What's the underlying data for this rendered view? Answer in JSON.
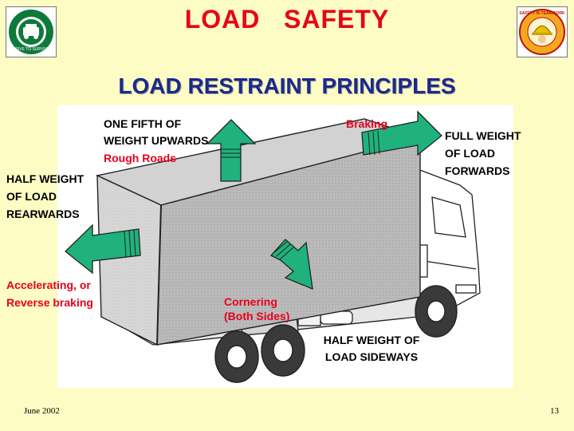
{
  "header": {
    "title": "LOAD   SAFETY",
    "subtitle": "LOAD RESTRAINT PRINCIPLES"
  },
  "logos": {
    "left": {
      "icon": "drive-to-survive-logo",
      "text": "DRIVE TO SURVIVE"
    },
    "right": {
      "icon": "safety-is-teamwork-logo",
      "text": "SAFETY IS TEAMWORK"
    }
  },
  "labels": {
    "upward_line1": "ONE FIFTH OF",
    "upward_line2": "WEIGHT UPWARDS",
    "upward_cause": "Rough Roads",
    "braking": "Braking",
    "forward_line1": "FULL WEIGHT",
    "forward_line2": "OF LOAD",
    "forward_line3": "FORWARDS",
    "rear_line1": "HALF WEIGHT",
    "rear_line2": "OF LOAD",
    "rear_line3": "REARWARDS",
    "rear_cause1": "Accelerating, or",
    "rear_cause2": "Reverse braking",
    "side_cause1": "Cornering",
    "side_cause2": "(Both Sides)",
    "side_line1": "HALF WEIGHT OF",
    "side_line2": "LOAD SIDEWAYS"
  },
  "colors": {
    "background": "#FDFCC4",
    "title": "#E8001C",
    "subtitle": "#1B2A8C",
    "arrow_fill": "#1FB27C",
    "cause_text": "#E8001C"
  },
  "footer": {
    "date": "June 2002",
    "page": "13"
  }
}
